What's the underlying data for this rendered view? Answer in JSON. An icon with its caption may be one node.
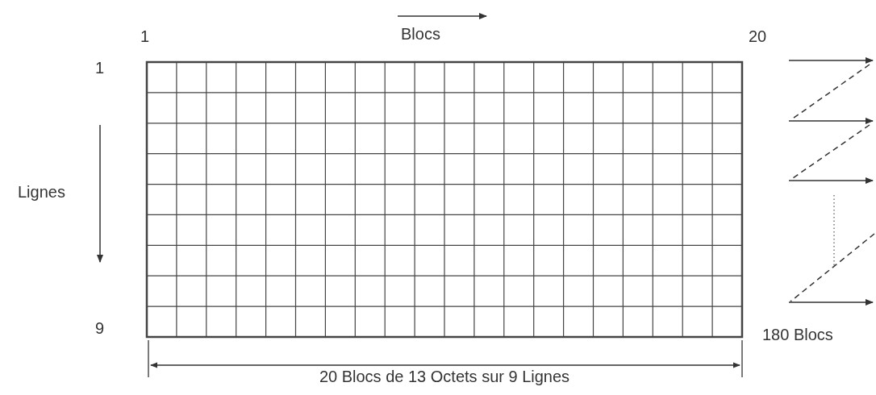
{
  "diagram": {
    "labels": [
      "1",
      "Blocs",
      "20",
      "1",
      "Lignes",
      "9",
      "180 Blocs",
      "20 Blocs de 13 Octets sur 9 Lignes"
    ]
  }
}
